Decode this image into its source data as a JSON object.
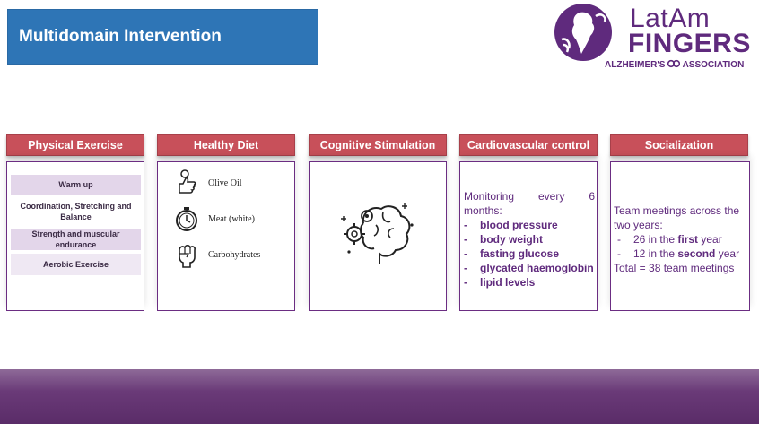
{
  "title": "Multidomain Intervention",
  "logo": {
    "line1": "LatAm",
    "line2": "FINGERS",
    "org_left": "ALZHEIMER'S",
    "org_right": "ASSOCIATION"
  },
  "brand_color": "#5f2a7d",
  "header_color": "#c8505a",
  "columns": {
    "physical": {
      "header": "Physical Exercise",
      "items": [
        "Warm up",
        "Coordination, Stretching and Balance",
        "Strength and muscular endurance",
        "Aerobic Exercise"
      ]
    },
    "diet": {
      "header": "Healthy Diet",
      "items": [
        {
          "label": "Olive Oil",
          "icon": "thumbs-up-icon"
        },
        {
          "label": "Meat (white)",
          "icon": "stopwatch-icon"
        },
        {
          "label": "Carbohydrates",
          "icon": "fist-icon"
        }
      ]
    },
    "cognitive": {
      "header": "Cognitive Stimulation",
      "icon": "brain-gears-icon"
    },
    "cardio": {
      "header": "Cardiovascular control",
      "intro_1": "Monitoring every 6",
      "intro_2": "months:",
      "items": [
        "blood pressure",
        "body weight",
        "fasting glucose",
        "glycated haemoglobin",
        "lipid levels"
      ]
    },
    "social": {
      "header": "Socialization",
      "line1": "Team meetings across the",
      "line2": "two years:",
      "first_pre": "26 in the ",
      "first_bold": "first",
      "first_post": " year",
      "second_pre": "12 in the ",
      "second_bold": "second",
      "second_post": " year",
      "total": "Total = 38 team meetings"
    }
  }
}
